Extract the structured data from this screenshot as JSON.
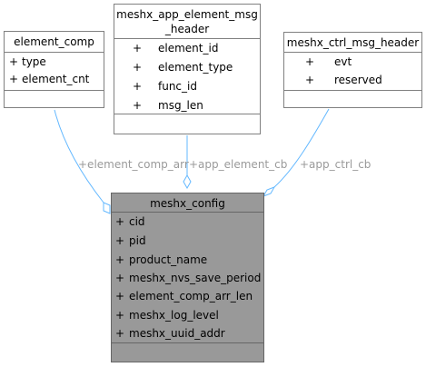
{
  "classes": {
    "element_comp": {
      "title": "element_comp",
      "members": [
        {
          "vis": "+",
          "name": "type"
        },
        {
          "vis": "+",
          "name": "element_cnt"
        }
      ]
    },
    "meshx_app_element_msg_header": {
      "title_line1": "meshx_app_element_msg",
      "title_line2": "_header",
      "members": [
        {
          "vis": "+",
          "name": "element_id"
        },
        {
          "vis": "+",
          "name": "element_type"
        },
        {
          "vis": "+",
          "name": "func_id"
        },
        {
          "vis": "+",
          "name": "msg_len"
        }
      ]
    },
    "meshx_ctrl_msg_header": {
      "title": "meshx_ctrl_msg_header",
      "members": [
        {
          "vis": "+",
          "name": "evt"
        },
        {
          "vis": "+",
          "name": "reserved"
        }
      ]
    },
    "meshx_config": {
      "title": "meshx_config",
      "members": [
        {
          "vis": "+",
          "name": "cid"
        },
        {
          "vis": "+",
          "name": "pid"
        },
        {
          "vis": "+",
          "name": "product_name"
        },
        {
          "vis": "+",
          "name": "meshx_nvs_save_period"
        },
        {
          "vis": "+",
          "name": "element_comp_arr_len"
        },
        {
          "vis": "+",
          "name": "meshx_log_level"
        },
        {
          "vis": "+",
          "name": "meshx_uuid_addr"
        }
      ]
    }
  },
  "edges": {
    "element_comp_arr": "+element_comp_arr",
    "app_element_cb": "+app_element_cb",
    "app_ctrl_cb": "+app_ctrl_cb"
  },
  "colors": {
    "edge": "#63b8ff",
    "main_fill": "#999999",
    "label": "#9a9a9a"
  }
}
